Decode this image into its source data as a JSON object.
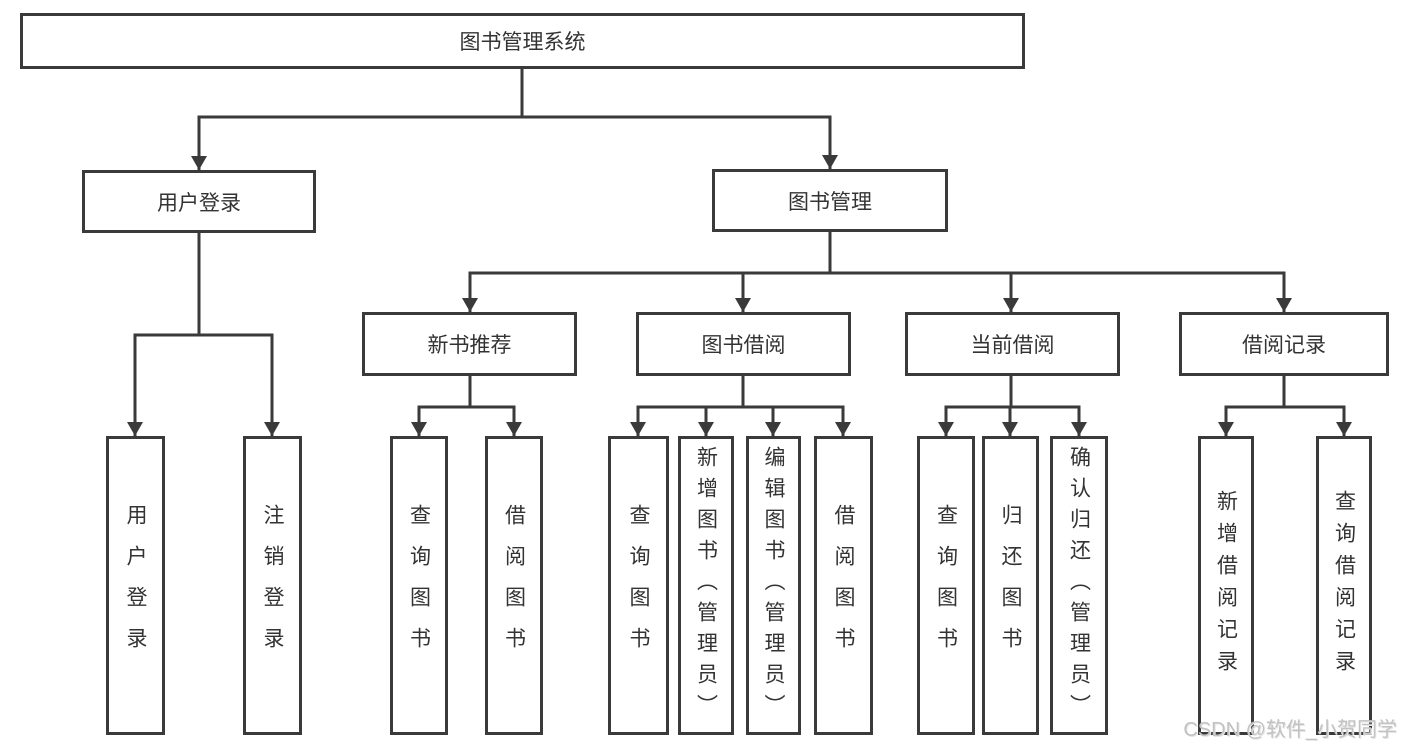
{
  "diagram": {
    "root": {
      "label": "图书管理系统"
    },
    "level2": [
      {
        "label": "用户登录"
      },
      {
        "label": "图书管理"
      }
    ],
    "level3": [
      {
        "label": "新书推荐"
      },
      {
        "label": "图书借阅"
      },
      {
        "label": "当前借阅"
      },
      {
        "label": "借阅记录"
      }
    ],
    "level4": [
      {
        "label": "用户登录"
      },
      {
        "label": "注销登录"
      },
      {
        "label": "查询图书"
      },
      {
        "label": "借阅图书"
      },
      {
        "label": "查询图书"
      },
      {
        "label": "新增图书（管理员）"
      },
      {
        "label": "编辑图书（管理员）"
      },
      {
        "label": "借阅图书"
      },
      {
        "label": "查询图书"
      },
      {
        "label": "归还图书"
      },
      {
        "label": "确认归还（管理员）"
      },
      {
        "label": "新增借阅记录"
      },
      {
        "label": "查询借阅记录"
      }
    ]
  },
  "watermark": {
    "text": "CSDN @软件_小贺同学"
  },
  "colors": {
    "line": "#3a3a3a",
    "box_border": "#3a3a3a",
    "text": "#333333",
    "background": "#ffffff",
    "watermark": "#c2c2c2"
  }
}
